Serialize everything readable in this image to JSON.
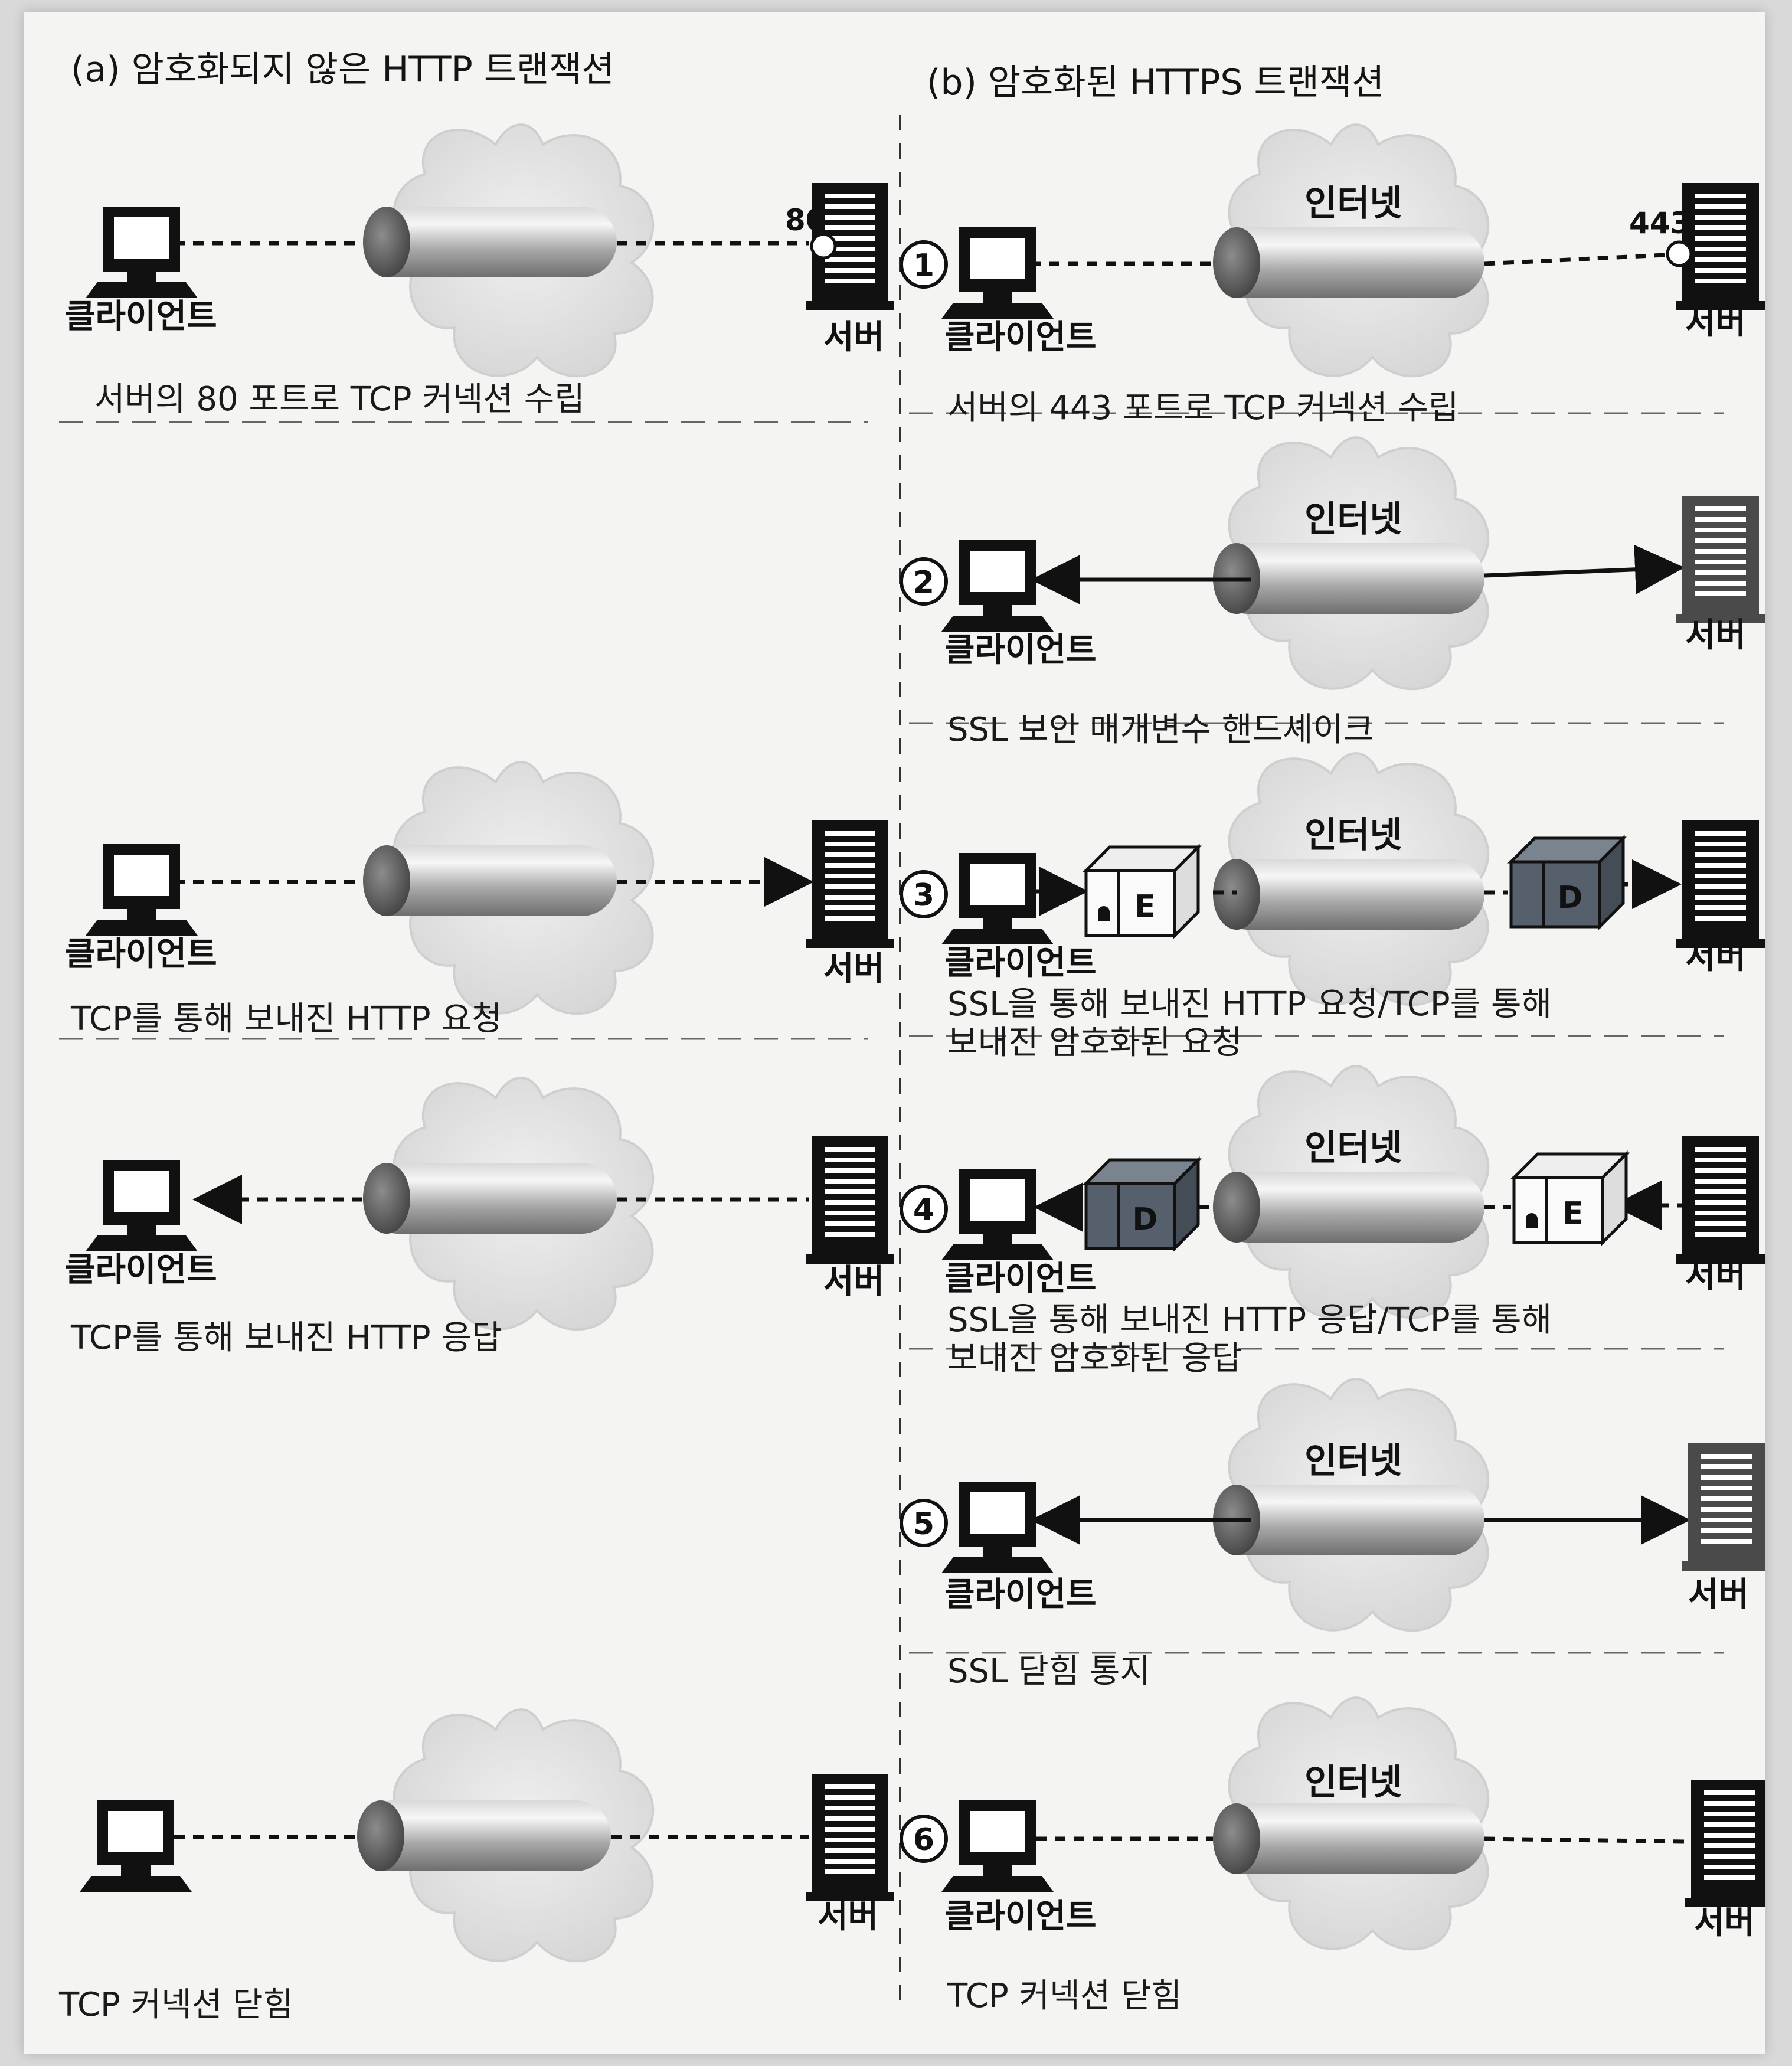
{
  "left_title": "(a) 암호화되지 않은 HTTP 트랜잭션",
  "right_title": "(b) 암호화된 HTTPS 트랜잭션",
  "client_label": "클라이언트",
  "server_label": "서버",
  "internet_label": "인터넷",
  "port_80": "80",
  "port_443": "443",
  "box_letters": {
    "encrypted": "E",
    "decrypted": "D"
  },
  "steps": [
    {
      "number": "1"
    },
    {
      "number": "2"
    },
    {
      "number": "3"
    },
    {
      "number": "4"
    },
    {
      "number": "5"
    },
    {
      "number": "6"
    }
  ],
  "captions": {
    "a1": "서버의 80 포트로 TCP 커넥션 수립",
    "a3": "TCP를 통해 보내진 HTTP 요청",
    "a4": "TCP를 통해 보내진 HTTP 응답",
    "a6": "TCP 커넥션 닫힘",
    "b1": "서버의 443 포트로 TCP 커넥션 수립",
    "b2": "SSL 보안 매개변수 핸드셰이크",
    "b3_line1": "SSL을 통해 보내진 HTTP 요청/TCP를 통해",
    "b3_line2": "보내진 암호화된 요청",
    "b4_line1": "SSL을 통해 보내진 HTTP 응답/TCP를 통해",
    "b4_line2": "보내진 암호화된 응답",
    "b5": "SSL 닫힘 통지",
    "b6": "TCP 커넥션 닫힘"
  },
  "colors": {
    "ink": "#111111",
    "cloud": "#e6e6e6",
    "tube": "#b4b4b4",
    "box_dark": "#5a6470"
  }
}
